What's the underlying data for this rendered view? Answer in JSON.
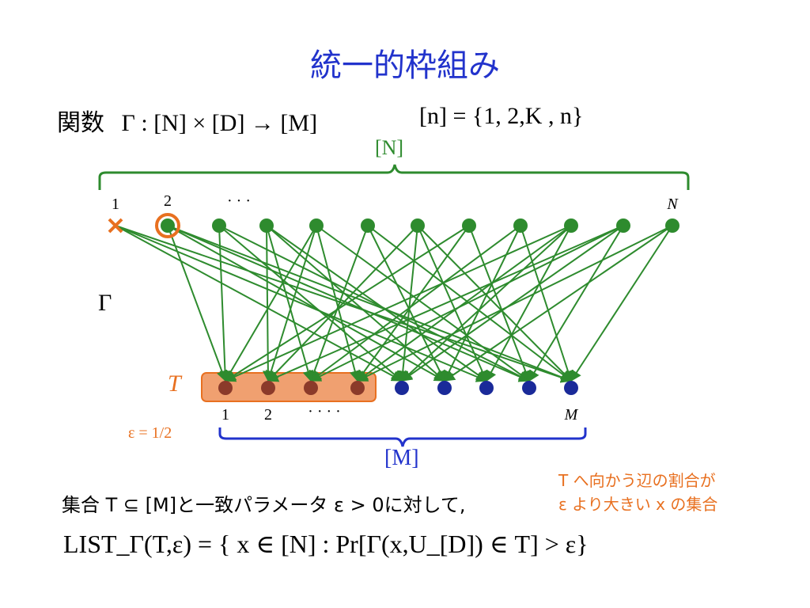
{
  "slide": {
    "title": "統一的枠組み",
    "function_label": "関数",
    "function_signature": "Γ : [N] × [D] → [M]",
    "set_definition": "[n] = {1, 2,Κ , n}",
    "gamma_label": "Γ",
    "top_brace_label": "[N]",
    "bottom_brace_label": "[M]",
    "set_T_label": "T",
    "epsilon_label": "ε = 1/2",
    "top_node_labels": [
      "1",
      "2",
      "· · ·",
      "N"
    ],
    "bottom_node_labels": [
      "1",
      "2",
      "· · · ·",
      "M"
    ],
    "note_line1": "T へ向かう辺の割合が",
    "note_line2": "ε より大きい x の集合",
    "set_statement": "集合 T ⊆ [M]と一致パラメータ  ε > 0に対して,",
    "list_formula": "LIST_Γ(T,ε) = { x ∈ [N] : Pr[Γ(x,U_[D]) ∈ T] > ε}",
    "colors": {
      "title": "#2233cc",
      "green": "#2e8b2e",
      "blue": "#1a2a99",
      "brown": "#8b3a2a",
      "orange": "#e87020",
      "highlight_fill": "#f0a070"
    }
  }
}
